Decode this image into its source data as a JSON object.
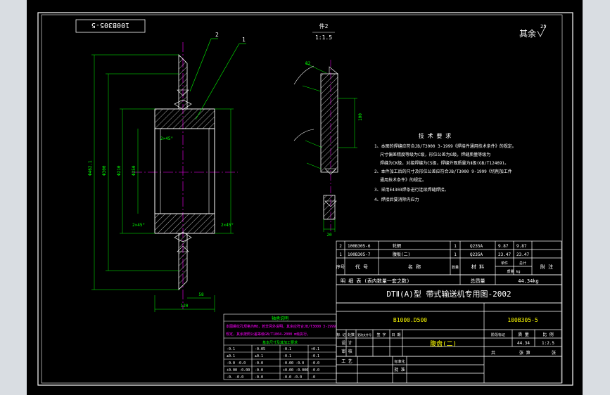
{
  "drawing": {
    "code_top": "100B305-5",
    "roughness_note": "其余",
    "roughness_value": "25",
    "part_ref_label": "件2",
    "part_ref_value": "1:1.5"
  },
  "dims": {
    "d_outer": "Φ462.1",
    "d_mid": "Φ300",
    "d_bore": "Φ210",
    "d_width": "Φ250",
    "chamfer_a": "2×45°",
    "chamfer_b": "2×45°",
    "chamfer_c": "2×45°",
    "d_bottom_1": "120",
    "d_bottom_2": "58",
    "d_vert_right": "100",
    "d_small_a": "82",
    "d_small_b": "20"
  },
  "leaders": [
    "2",
    "1"
  ],
  "requirements": {
    "title": "技 术 要 求",
    "lines": [
      "1、本图的焊缝应符合JB/T3000 3-1999《焊接件通用技术条件》的规定。",
      "尺寸偏差精度等级为C级，形位公差为G级，焊缝质量等级为",
      "焊缝为CK级，对接焊缝为CS级，焊缝外观质量为Ⅱ级(GB/T12469)。",
      "2、本件加工后的尺寸及形位公差应符合JB/T3000 9-1999《切削加工件",
      "通用技术条件》的规定。",
      "3、采用E4303焊条进行连续焊缝焊接。",
      "4、焊接后要消除内应力"
    ]
  },
  "parts_table": {
    "rows": [
      [
        "2",
        "100B305-6",
        "轮辋",
        "1",
        "Q235A",
        "9.87",
        "9.87",
        ""
      ],
      [
        "1",
        "100B305-7",
        "腹板(二)",
        "1",
        "Q235A",
        "23.47",
        "23.47",
        ""
      ]
    ],
    "header": [
      "序号",
      "代 号",
      "名 称",
      "数量",
      "材 料",
      "单件",
      "总计",
      "附 注"
    ],
    "mass_unit": "质量 kg"
  },
  "detail_bar": {
    "label": "明  细  表  (表内数量一套之数)",
    "total_label": "总质量",
    "total_value": "44.34kg"
  },
  "title_block": {
    "series": "DTⅡ(A)型 带式输送机专用图-2002",
    "spec": "B1000.D500",
    "drawing_no": "100B305-5",
    "part_name": "腹盘(二)",
    "phase_label": "阶段标记",
    "mass_label": "质 量",
    "scale_label": "比 例",
    "mass_value": "44.34",
    "scale_value": "1:2.5",
    "sheet_label": "共",
    "sheet_of_label": "张 第",
    "sheet_end_label": "张",
    "sign_labels": [
      "标 记",
      "处数",
      "更改文件号",
      "签 字",
      "日 期"
    ],
    "roles": [
      "设 计",
      "审 核",
      "工 艺",
      "标准化",
      "批 准"
    ]
  },
  "note_box": {
    "title": "轴承说明",
    "lines": [
      "本图螺纹孔规格为M8，若非另外说明，其余应符合JB/T3000 3-1999",
      "规定，其余按照公差等级GB/T1804-2000 m级执行。"
    ],
    "table_header": "基本尺寸及其加工要求",
    "rows": [
      [
        "  -0.1",
        "  -0.05",
        " -0.1",
        "+0.1"
      ],
      [
        "  ±0.1",
        "  ±0.1",
        " -0.1",
        "  -0.1"
      ],
      [
        "-0.0 -0.0",
        "-0.0",
        "-0.00 -0.0",
        "-0.0"
      ],
      [
        "+0.00 -0.00",
        "-0.0",
        "+0.00 -0.000",
        "-0.0"
      ],
      [
        " -0.  -0.0",
        "-0.0",
        " -0.0  -0.0",
        " -0"
      ]
    ]
  },
  "colors": {
    "frame": "#ffffff",
    "outline": "#ffffff",
    "dimension": "#00ff00",
    "centerline": "#ff00ff",
    "text": "#ffffff",
    "accent": "#ffff00",
    "note": "#00ff00"
  }
}
